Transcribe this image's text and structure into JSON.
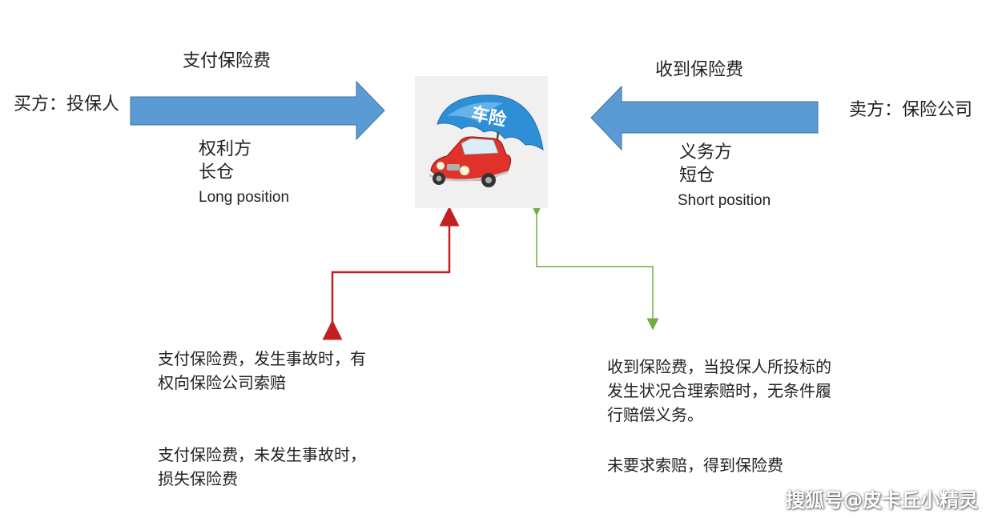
{
  "buyer": {
    "label": "买方：投保人",
    "arrow_label": "支付保险费",
    "role_lines": [
      "权利方",
      "长仓",
      "Long position"
    ]
  },
  "seller": {
    "label": "卖方：保险公司",
    "arrow_label": "收到保险费",
    "role_lines": [
      "义务方",
      "短仓",
      "Short position"
    ]
  },
  "center_image": {
    "badge_text": "车险",
    "icon": "car-insurance-umbrella-icon"
  },
  "buyer_notes": [
    [
      "支付保险费，发生事故时，有",
      "权向保险公司索赔"
    ],
    [
      "支付保险费，未发生事故时，",
      "损失保险费"
    ]
  ],
  "seller_notes": [
    [
      "收到保险费，当投保人所投标的",
      "发生状况合理索赔时，无条件履",
      "行赔偿义务。"
    ],
    [
      "未要求索赔，得到保险费"
    ]
  ],
  "watermark": "搜狐号@皮卡丘小精灵",
  "colors": {
    "arrow_blue": "#5b9bd5",
    "red_connector": "#c0201f",
    "green_connector": "#70ad47"
  }
}
